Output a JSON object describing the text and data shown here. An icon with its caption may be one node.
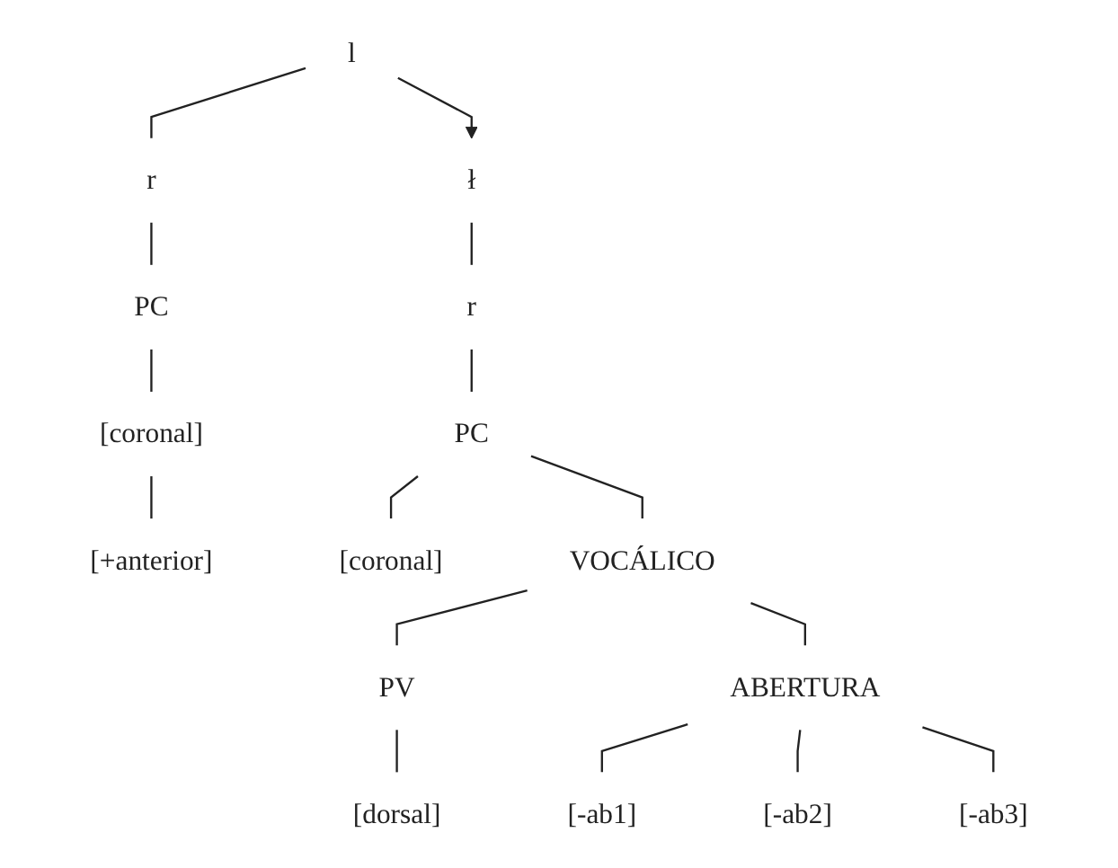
{
  "diagram": {
    "nodes": [
      {
        "text": [
          "l"
        ]
      },
      {
        "text": [
          "r"
        ]
      },
      {
        "text": [
          "PC"
        ]
      },
      {
        "text": [
          "[coronal]"
        ]
      },
      {
        "text": [
          "[+anterior]"
        ]
      },
      {
        "text": [
          "ł"
        ]
      },
      {
        "text": [
          "r"
        ]
      },
      {
        "text": [
          "PC"
        ]
      },
      {
        "text": [
          "[coronal]"
        ]
      },
      {
        "text": [
          "VOCÁLICO"
        ]
      },
      {
        "text": [
          "PV"
        ]
      },
      {
        "text": [
          "[dorsal]"
        ]
      },
      {
        "text": [
          "ABERTURA"
        ]
      },
      {
        "text": [
          "[-ab1]"
        ]
      },
      {
        "text": [
          "[-ab2]"
        ]
      },
      {
        "text": [
          "[-ab3]"
        ]
      }
    ],
    "edges": [
      {
        "from": 0,
        "to": 1,
        "arrow": "none"
      },
      {
        "from": 1,
        "to": 2,
        "arrow": "none"
      },
      {
        "from": 2,
        "to": 3,
        "arrow": "none"
      },
      {
        "from": 3,
        "to": 4,
        "arrow": "none"
      },
      {
        "from": 0,
        "to": 5,
        "arrow": "to"
      },
      {
        "from": 5,
        "to": 6,
        "arrow": "none"
      },
      {
        "from": 6,
        "to": 7,
        "arrow": "none"
      },
      {
        "from": 7,
        "to": 8,
        "arrow": "none"
      },
      {
        "from": 7,
        "to": 9,
        "arrow": "none"
      },
      {
        "from": 9,
        "to": 10,
        "arrow": "none"
      },
      {
        "from": 9,
        "to": 12,
        "arrow": "none"
      },
      {
        "from": 10,
        "to": 11,
        "arrow": "none"
      },
      {
        "from": 12,
        "to": 13,
        "arrow": "none"
      },
      {
        "from": 12,
        "to": 14,
        "arrow": "none"
      },
      {
        "from": 12,
        "to": 15,
        "arrow": "none"
      }
    ]
  }
}
